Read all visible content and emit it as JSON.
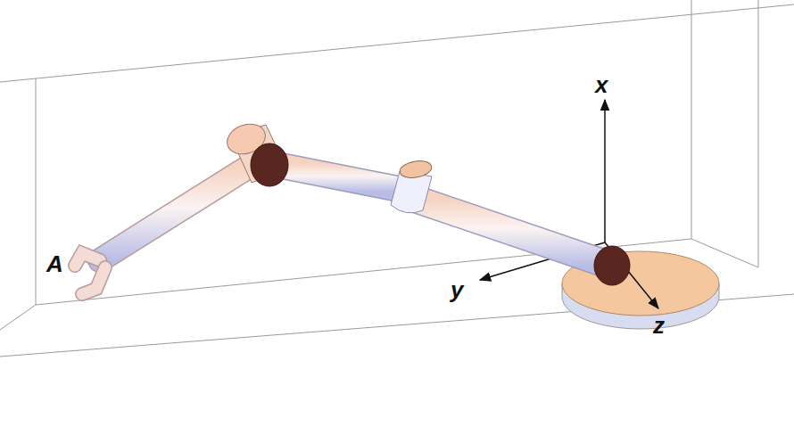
{
  "diagram": {
    "labels": [
      "A",
      "x",
      "y",
      "z"
    ]
  }
}
